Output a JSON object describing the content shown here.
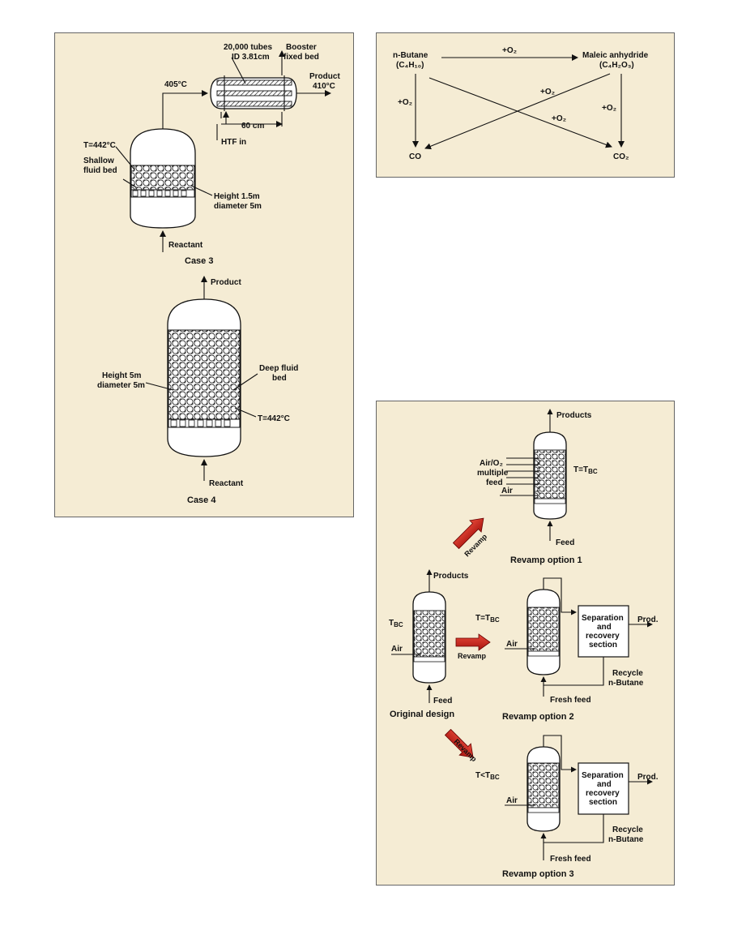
{
  "colors": {
    "panel_bg": "#f5ecd4",
    "revamp_arrow": "#cc1a1a"
  },
  "panel1": {
    "case3": {
      "tubes": "20,000 tubes",
      "tube_id": "ID 3.81cm",
      "booster_1": "Booster",
      "booster_2": "fixed bed",
      "product": "Product",
      "t_out": "410°C",
      "t_in": "405°C",
      "width": "60 cm",
      "htf": "HTF in",
      "temp": "T=442°C",
      "bed_1": "Shallow",
      "bed_2": "fluid bed",
      "height": "Height 1.5m",
      "diameter": "diameter 5m",
      "reactant": "Reactant",
      "caption": "Case 3"
    },
    "case4": {
      "product": "Product",
      "height": "Height 5m",
      "diameter": "diameter 5m",
      "bed_1": "Deep fluid",
      "bed_2": "bed",
      "temp": "T=442°C",
      "reactant": "Reactant",
      "caption": "Case 4"
    }
  },
  "panel2": {
    "butane": "n-Butane",
    "butane_formula": "(C₄H₁₀)",
    "maleic": "Maleic anhydride",
    "maleic_formula": "(C₄H₂O₃)",
    "o2_top": "+O₂",
    "o2_left": "+O₂",
    "o2_right": "+O₂",
    "o2_cross1": "+O₂",
    "o2_cross2": "+O₂",
    "co": "CO",
    "co2": "CO₂"
  },
  "panel3": {
    "opt1": {
      "products": "Products",
      "feed_1": "Air/O₂",
      "feed_2": "multiple",
      "feed_3": "feed",
      "air": "Air",
      "temp": "T=T",
      "temp_sub": "BC",
      "feed": "Feed",
      "caption": "Revamp option 1"
    },
    "arrow_revamp_1": "Revamp",
    "orig": {
      "products": "Products",
      "tbc": "T",
      "tbc_sub": "BC",
      "air": "Air",
      "feed": "Feed",
      "caption": "Original design"
    },
    "arrow_revamp_2": "Revamp",
    "opt2": {
      "temp": "T=T",
      "temp_sub": "BC",
      "air": "Air",
      "sep_1": "Separation",
      "sep_2": "and",
      "sep_3": "recovery",
      "sep_4": "section",
      "prod": "Prod.",
      "recycle_1": "Recycle",
      "recycle_2": "n-Butane",
      "fresh": "Fresh feed",
      "caption": "Revamp option 2"
    },
    "arrow_revamp_3": "Revamp",
    "opt3": {
      "temp": "T<T",
      "temp_sub": "BC",
      "air": "Air",
      "sep_1": "Separation",
      "sep_2": "and",
      "sep_3": "recovery",
      "sep_4": "section",
      "prod": "Prod.",
      "recycle_1": "Recycle",
      "recycle_2": "n-Butane",
      "fresh": "Fresh feed",
      "caption": "Revamp option 3"
    }
  }
}
